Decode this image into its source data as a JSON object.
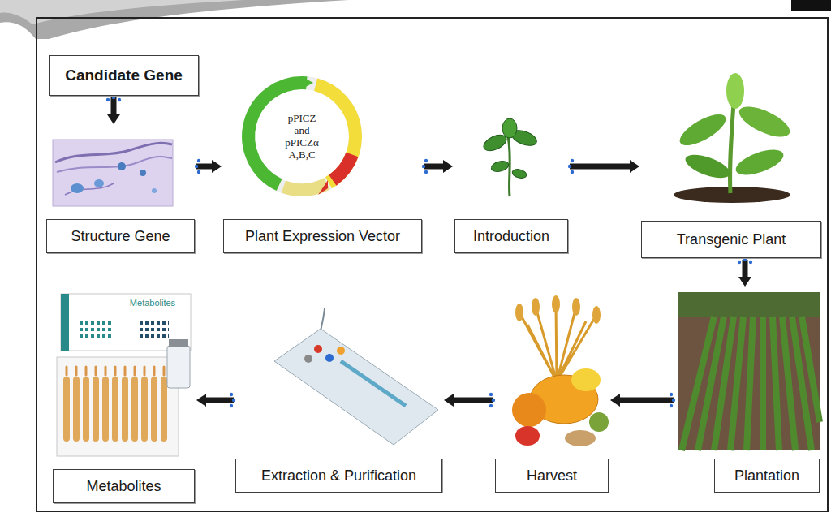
{
  "diagram": {
    "nodes": [
      {
        "text": [
          "Candidate Gene"
        ]
      },
      {
        "text": [
          "Structure Gene"
        ]
      },
      {
        "text": [
          "Plant Expression Vector"
        ]
      },
      {
        "text": [
          "Introduction"
        ]
      },
      {
        "text": [
          "Transgenic Plant"
        ]
      },
      {
        "text": [
          "Plantation"
        ]
      },
      {
        "text": [
          "Harvest"
        ]
      },
      {
        "text": [
          "Extraction & Purification"
        ]
      },
      {
        "text": [
          "Metabolites"
        ]
      }
    ],
    "edges": [
      {
        "from": 0,
        "to": 1,
        "arrow": "to"
      },
      {
        "from": 1,
        "to": 2,
        "arrow": "to"
      },
      {
        "from": 2,
        "to": 3,
        "arrow": "to"
      },
      {
        "from": 3,
        "to": 4,
        "arrow": "to"
      },
      {
        "from": 4,
        "to": 5,
        "arrow": "to"
      },
      {
        "from": 5,
        "to": 6,
        "arrow": "to"
      },
      {
        "from": 6,
        "to": 7,
        "arrow": "to"
      },
      {
        "from": 7,
        "to": 8,
        "arrow": "to"
      }
    ],
    "labels": [
      "pPICZ and pPICZα A,B,C",
      "Metabolites"
    ]
  }
}
